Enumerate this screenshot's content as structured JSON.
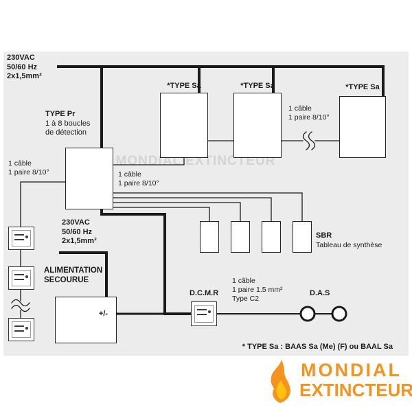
{
  "colors": {
    "panel_bg": "#ececec",
    "line": "#1a1a1a",
    "logo_orange": "#f6921e",
    "flame_yellow": "#ffc20e"
  },
  "diagram": {
    "mains_top": {
      "l1": "230VAC",
      "l2": "50/60 Hz",
      "l3": "2x1,5mm²"
    },
    "type_pr": {
      "title": "TYPE Pr",
      "sub1": "1 à 8 boucles",
      "sub2": "de détection"
    },
    "sa_label": "*TYPE Sa",
    "cable_810": {
      "l1": "1 câble",
      "l2": "1 paire 8/10°"
    },
    "mains_secours": {
      "l1": "230VAC",
      "l2": "50/60 Hz",
      "l3": "2x1,5mm²"
    },
    "alim": {
      "l1": "ALIMENTATION",
      "l2": "SECOURUE"
    },
    "psu_terminals": "+/-",
    "sbr": {
      "title": "SBR",
      "sub": "Tableau de synthèse"
    },
    "dcmr_label": "D.C.M.R",
    "cable_c2": {
      "l1": "1 câble",
      "l2": "1 paire 1.5 mm²",
      "l3": "Type C2"
    },
    "das_label": "D.A.S",
    "footnote": "* TYPE Sa : BAAS Sa (Me) (F) ou BAAL Sa"
  },
  "watermark": "MONDIAL EXTINCTEUR",
  "logo": {
    "line1": "MONDIAL",
    "line2": "EXTINCTEUR"
  }
}
